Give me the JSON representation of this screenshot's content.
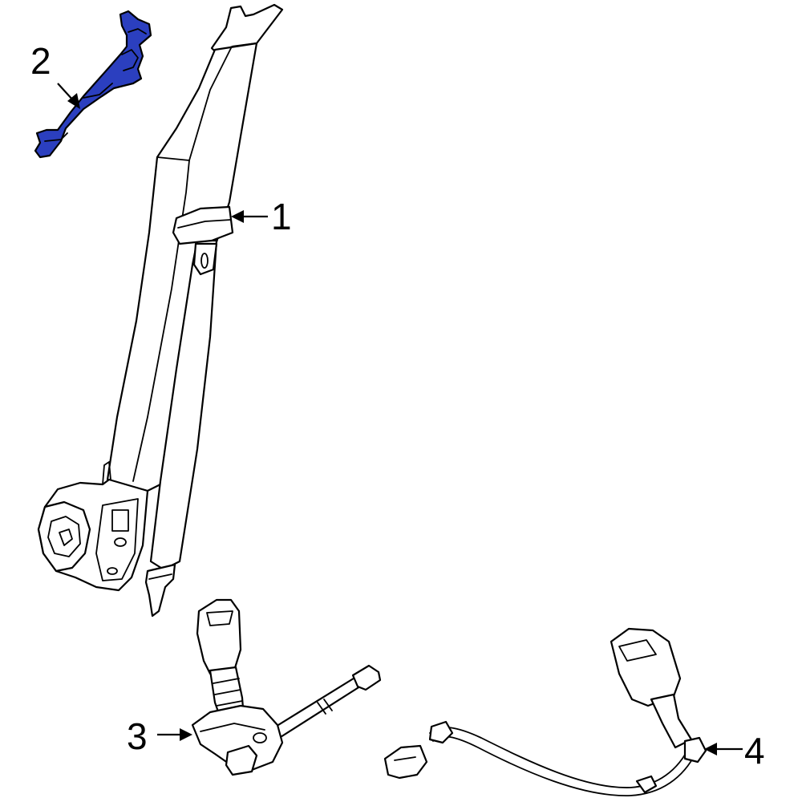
{
  "highlight_color": "#2b3fbf",
  "callouts": [
    {
      "id": "1",
      "label": "1"
    },
    {
      "id": "2",
      "label": "2"
    },
    {
      "id": "3",
      "label": "3"
    },
    {
      "id": "4",
      "label": "4"
    }
  ]
}
